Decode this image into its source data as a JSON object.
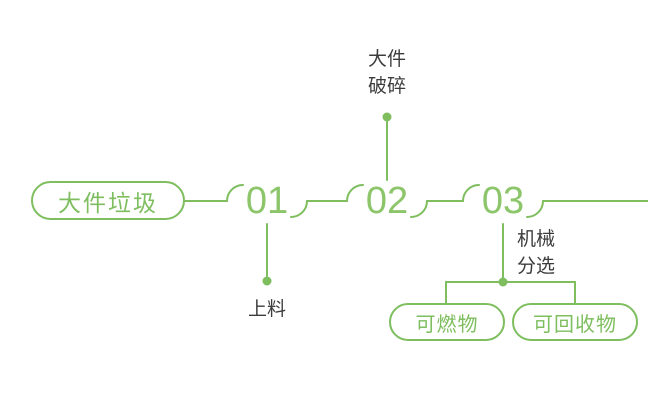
{
  "colors": {
    "line_green": "#7ebe5f",
    "number_green": "#8cc56a",
    "label_dark": "#3c3c3c",
    "background": "#ffffff"
  },
  "source_pill": {
    "label": "大件垃圾"
  },
  "steps": [
    {
      "number": "01",
      "label": "上料"
    },
    {
      "number": "02",
      "label_line1": "大件",
      "label_line2": "破碎"
    },
    {
      "number": "03",
      "label_line1": "机械",
      "label_line2": "分选"
    }
  ],
  "outputs": [
    {
      "label": "可燃物"
    },
    {
      "label": "可回收物"
    }
  ]
}
